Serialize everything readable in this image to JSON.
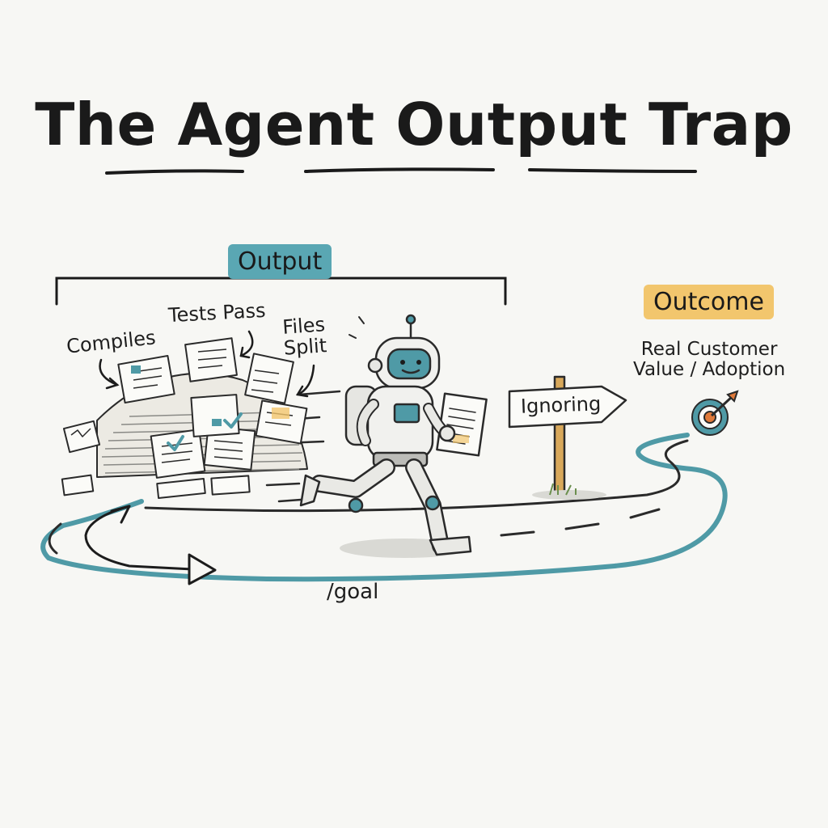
{
  "title": "The Agent Output Trap",
  "tags": {
    "output": "Output",
    "outcome": "Outcome"
  },
  "labels": {
    "compiles": "Compiles",
    "tests_pass": "Tests Pass",
    "files_split": [
      "Files",
      "Split"
    ],
    "real_value": [
      "Real Customer",
      "Value / Adoption"
    ],
    "sign": "Ignoring",
    "goal": "/goal"
  },
  "colors": {
    "teal": "#4f9aa6",
    "amber": "#f2c66d",
    "ink": "#1c1c1c",
    "paper": "#fbfbf8",
    "background": "#f7f7f4"
  },
  "icons": [
    "robot-icon",
    "target-icon",
    "dart-icon",
    "check-icon",
    "document-icon",
    "signpost-icon"
  ]
}
